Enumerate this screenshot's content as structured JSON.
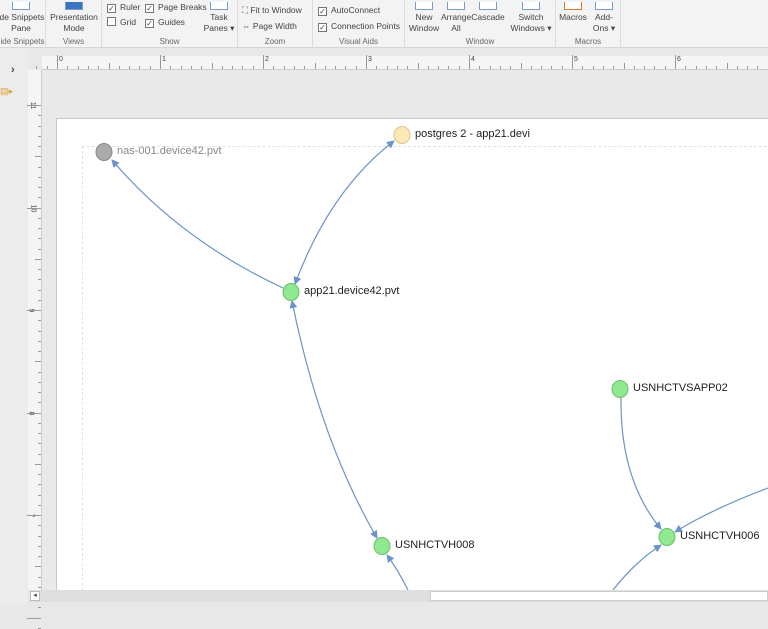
{
  "ribbon": {
    "groups": [
      {
        "label": "ide Snippets",
        "buttons": [
          "ide Snippets Pane"
        ]
      },
      {
        "label": "Views",
        "buttons": [
          "Presentation Mode"
        ]
      },
      {
        "label": "Show",
        "checks": [
          {
            "label": "Ruler",
            "checked": true
          },
          {
            "label": "Page Breaks",
            "checked": true
          },
          {
            "label": "Grid",
            "checked": false
          },
          {
            "label": "Guides",
            "checked": true
          }
        ],
        "buttons": [
          "Task Panes"
        ]
      },
      {
        "label": "Zoom",
        "buttons": [
          "Fit to Window",
          "Page Width"
        ]
      },
      {
        "label": "Visual Aids",
        "checks": [
          {
            "label": "AutoConnect",
            "checked": true
          },
          {
            "label": "Connection Points",
            "checked": true
          }
        ]
      },
      {
        "label": "Window",
        "buttons": [
          "New Window",
          "Arrange All",
          "Cascade",
          "Switch Windows"
        ]
      },
      {
        "label": "Macros",
        "buttons": [
          "Macros",
          "Add-Ons"
        ]
      }
    ]
  },
  "ruler": {
    "h": [
      "0",
      "1",
      "2",
      "3",
      "4",
      "5",
      "6"
    ],
    "v": [
      "11",
      "10",
      "9",
      "8",
      "7"
    ]
  },
  "nodes": [
    {
      "id": "nas",
      "label": "nas-001.device42.pvt",
      "color": "#aaaaaa",
      "stroke": "#888888",
      "text_color": "#888888"
    },
    {
      "id": "pg",
      "label": "postgres 2 - app21.devi",
      "color": "#fbe9b5",
      "stroke": "#d8c690",
      "text_color": "#222222"
    },
    {
      "id": "app21",
      "label": "app21.device42.pvt",
      "color": "#90e890",
      "stroke": "#6cbf6c",
      "text_color": "#222222"
    },
    {
      "id": "sapp02",
      "label": "USNHCTVSAPP02",
      "color": "#90e890",
      "stroke": "#6cbf6c",
      "text_color": "#222222"
    },
    {
      "id": "h008",
      "label": "USNHCTVH008",
      "color": "#90e890",
      "stroke": "#6cbf6c",
      "text_color": "#222222"
    },
    {
      "id": "h006",
      "label": "USNHCTVH006",
      "color": "#90e890",
      "stroke": "#6cbf6c",
      "text_color": "#222222"
    }
  ],
  "edge_color": "#6b93c9"
}
